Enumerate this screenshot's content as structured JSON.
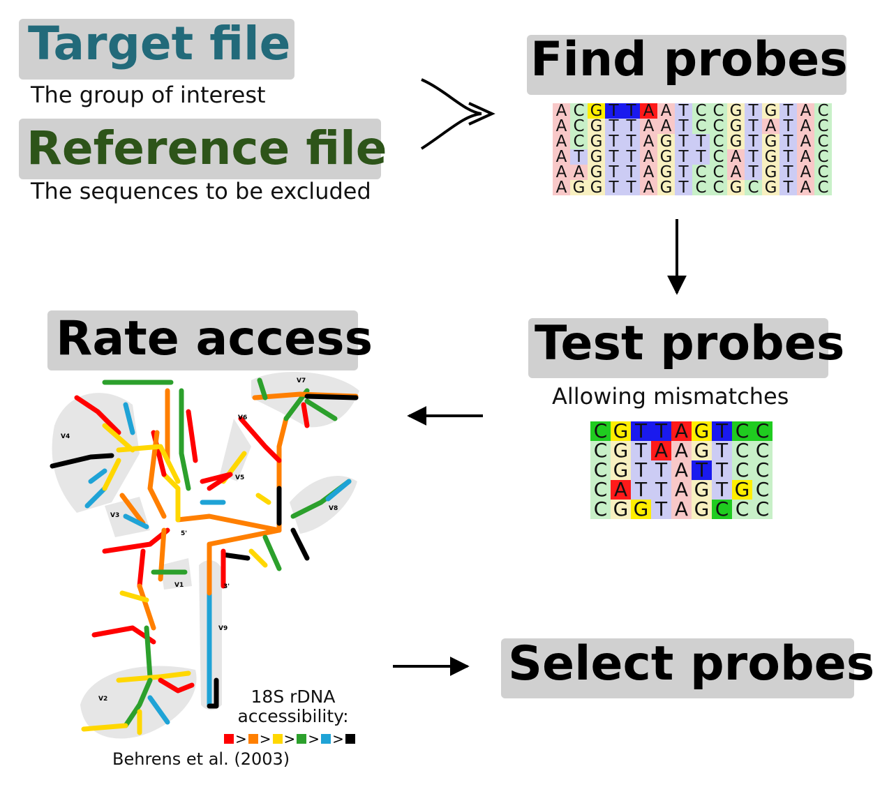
{
  "target": {
    "title": "Target file",
    "subtitle": "The group of interest",
    "color": "#226a7a"
  },
  "reference": {
    "title": "Reference file",
    "subtitle": "The sequences to be excluded",
    "color": "#2d5419"
  },
  "find": {
    "title": "Find probes"
  },
  "test": {
    "title": "Test probes",
    "subtitle": "Allowing mismatches"
  },
  "rate": {
    "title": "Rate access"
  },
  "select": {
    "title": "Select probes"
  },
  "find_alignment": [
    "ACGTTAATCCGTGTAC",
    "ACGTTAATCCGTATAC",
    "ACGTTAGTTCGTGTAC",
    "ATGTTAGTTCATGTAC",
    "AAGTTAGTCCATGTAC",
    "AGGTTAGTCCGCGTAC"
  ],
  "test_alignment": [
    "CGTTAGTCC",
    "CGTAAGTCC",
    "CGTTATTCC",
    "CATTAGTGC",
    "CGGTAGCCC"
  ],
  "rrna": {
    "region_labels": [
      "V4",
      "V7",
      "V6",
      "V5",
      "V3",
      "5'",
      "V8",
      "V1",
      "3'",
      "V9",
      "V2"
    ],
    "accessibility_label": "18S rDNA\naccessibility:",
    "scale_colors": [
      "#ff0000",
      "#ff7f00",
      "#ffd700",
      "#2ca02c",
      "#1fa3d6",
      "#000000"
    ],
    "credit": "Behrens et al. (2003)"
  }
}
